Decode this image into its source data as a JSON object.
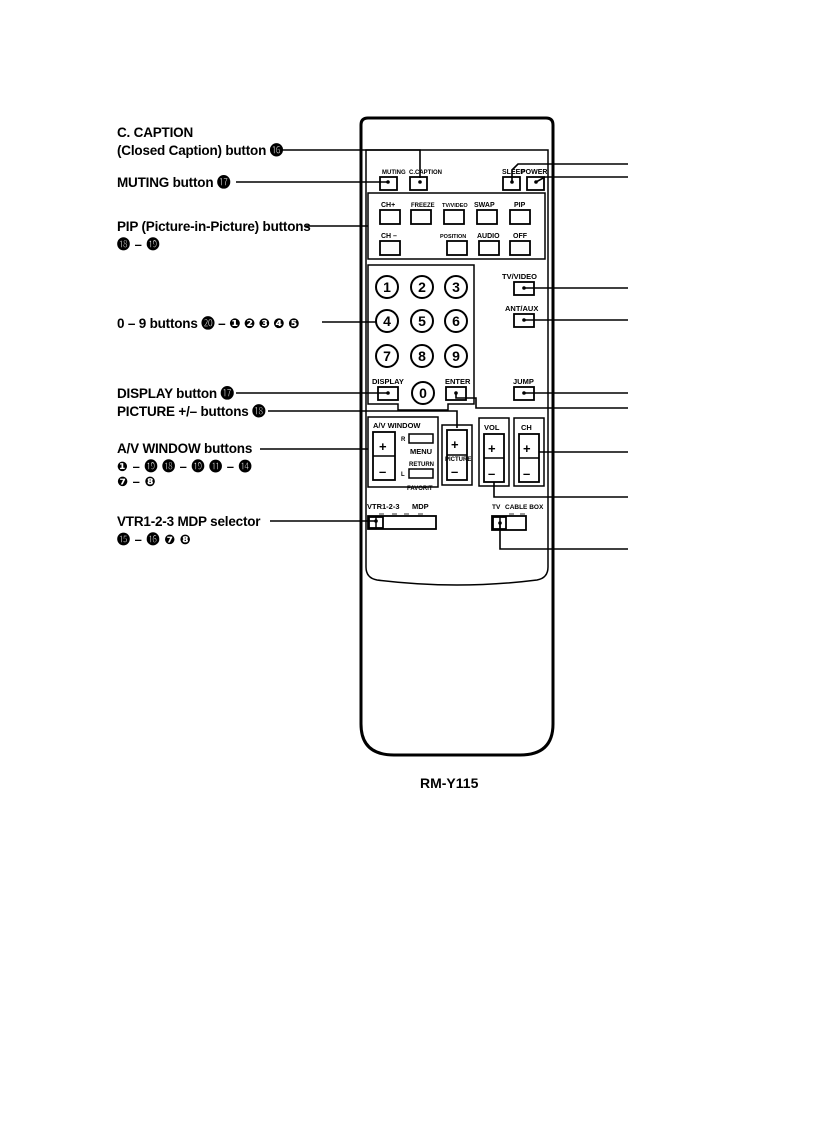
{
  "callouts": {
    "c_caption_line1": "C. CAPTION",
    "c_caption_line2": "(Closed Caption) button",
    "c_caption_ref": "⓰",
    "muting": "MUTING button",
    "muting_ref": "⓱",
    "pip_line1": "PIP (Picture-in-Picture) buttons",
    "pip_refs": "⓲ – ⓳",
    "digits": "0 – 9 buttons",
    "digits_refs": "⓴ – ❶ ❷ ❸ ❹ ❺",
    "display": "DISPLAY button",
    "display_ref": "⓱",
    "picture": "PICTURE +/– buttons",
    "picture_ref": "⓲",
    "av_window": "A/V WINDOW buttons",
    "av_refs_line1": "❶ – ⓳ ⓲ – ⓳ ⓫ – ⓮",
    "av_refs_line2": "❼ – ❽",
    "vtr": "VTR1-2-3 MDP selector",
    "vtr_refs": "⓯ – ⓰ ❼ ❽"
  },
  "remote": {
    "model": "RM-Y115",
    "muting": "MUTING",
    "c_caption": "C.CAPTION",
    "sleep": "SLEEP",
    "power": "POWER",
    "pip_labels": [
      "CH+",
      "FREEZE",
      "TV/VIDEO",
      "SWAP",
      "PIP"
    ],
    "pip_labels2": [
      "CH –",
      "POSITION",
      "AUDIO",
      "OFF"
    ],
    "tv_video": "TV/VIDEO",
    "ant_aux": "ANT/AUX",
    "digits": [
      "1",
      "2",
      "3",
      "4",
      "5",
      "6",
      "7",
      "8",
      "9",
      "0"
    ],
    "display": "DISPLAY",
    "enter": "ENTER",
    "jump": "JUMP",
    "av_window": "A/V WINDOW",
    "r": "R",
    "l": "L",
    "menu": "MENU",
    "return": "RETURN",
    "favorite": "FAVORIT",
    "picture": "PICTURE",
    "vol": "VOL",
    "ch": "CH",
    "plus": "+",
    "minus": "–",
    "vtr": "VTR1-2-3",
    "mdp": "MDP",
    "tv": "TV",
    "cable_box": "CABLE BOX"
  }
}
